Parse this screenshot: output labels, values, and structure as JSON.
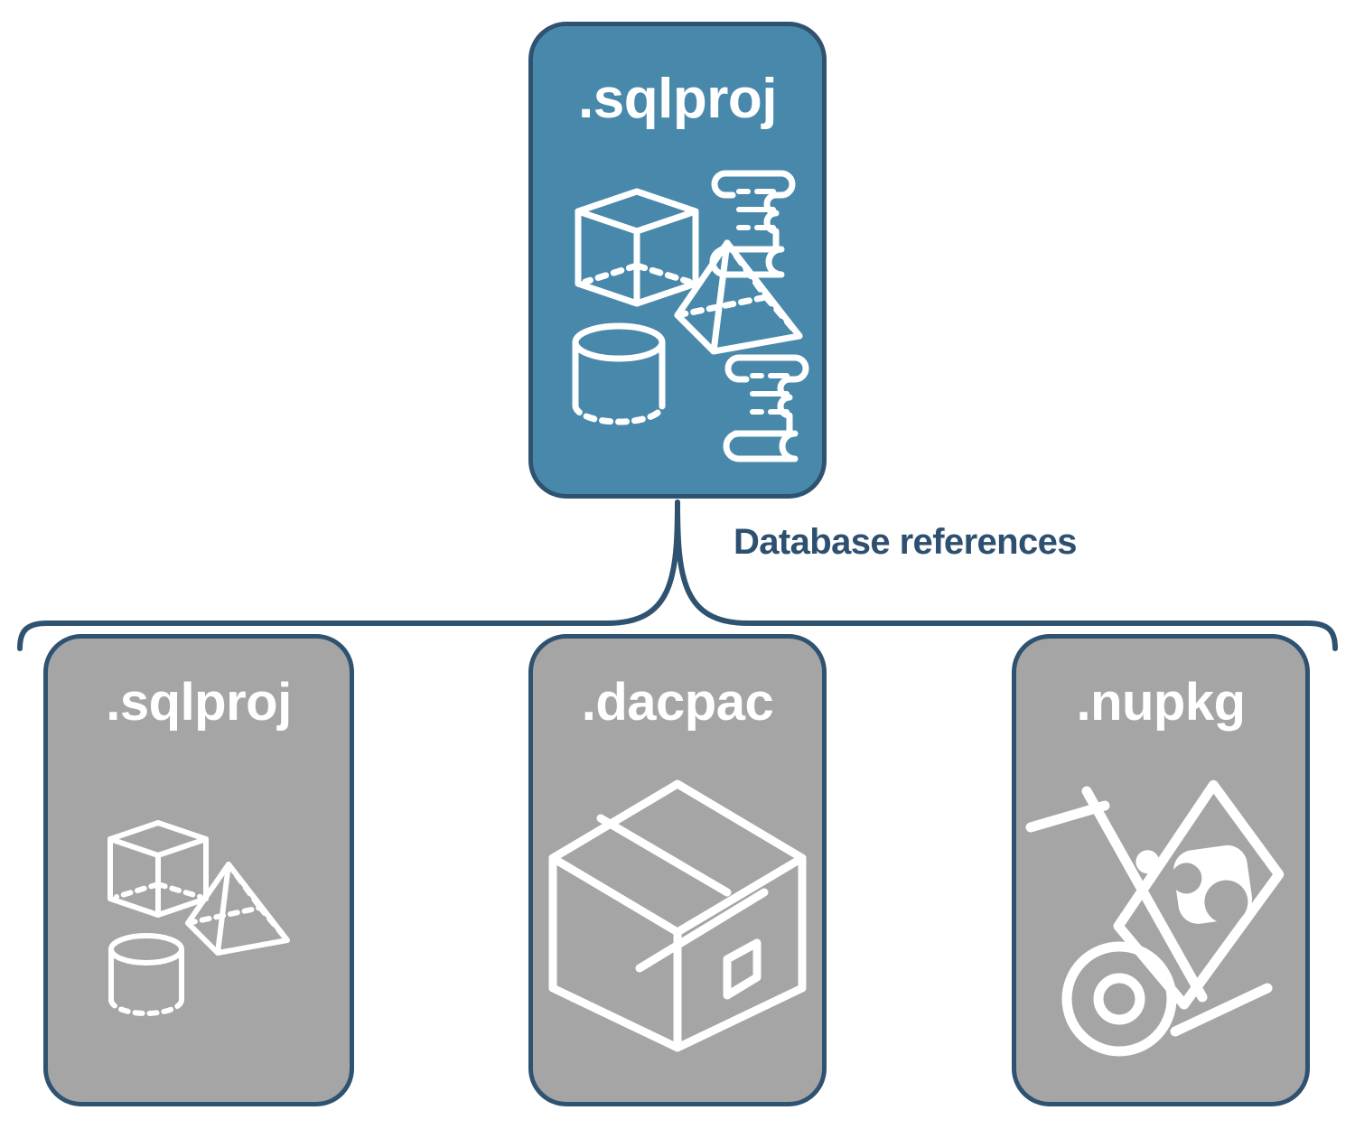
{
  "diagram": {
    "title_text": "Database references",
    "colors": {
      "primary_card_fill": "#4889AB",
      "reference_card_fill": "#A5A5A5",
      "border": "#2E5270",
      "label_text": "#2E5070",
      "icon_stroke": "#FFFFFF",
      "background": "#FFFFFF"
    },
    "source_node": {
      "label": ".sqlproj",
      "icons": [
        "cube-wireframe-icon",
        "pyramid-wireframe-icon",
        "cylinder-wireframe-icon",
        "scroll-icon",
        "scroll-icon"
      ]
    },
    "connector": {
      "type": "brace",
      "label": "Database references"
    },
    "reference_nodes": [
      {
        "label": ".sqlproj",
        "icons": [
          "cube-wireframe-icon",
          "pyramid-wireframe-icon",
          "cylinder-wireframe-icon"
        ]
      },
      {
        "label": ".dacpac",
        "icons": [
          "shipping-box-icon"
        ]
      },
      {
        "label": ".nupkg",
        "icons": [
          "hand-truck-icon",
          "nuget-package-icon"
        ]
      }
    ]
  }
}
